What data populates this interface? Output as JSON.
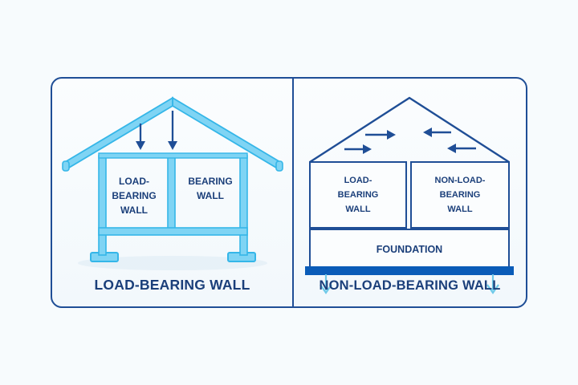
{
  "background_color": "#f7fbfd",
  "colors": {
    "frame_border": "#1f4e96",
    "caption_text": "#1b3f7a",
    "light_blue_fill": "#7fd4f4",
    "light_blue_stroke": "#35b6e8",
    "medium_blue": "#29a8e0",
    "dark_navy": "#1f4e96",
    "foundation_bar": "#0a5cb8",
    "down_arrow_light": "#6ec9e8"
  },
  "panels": [
    {
      "id": "load-bearing",
      "caption": "LOAD-BEARING WALL",
      "roof_style": "thick-light-blue-beam",
      "arrows": {
        "direction": "down",
        "count": 2,
        "color": "#1f4e96",
        "meaning": "vertical load transferred down through wall"
      },
      "walls": [
        {
          "label_lines": [
            "LOAD-",
            "BEARING",
            "WALL"
          ]
        },
        {
          "label_lines": [
            "BEARING",
            "WALL"
          ]
        }
      ],
      "has_footings": true,
      "footing_count": 2,
      "has_foundation_bar": false
    },
    {
      "id": "non-load-bearing",
      "caption": "NON-LOAD-BEARING WALL",
      "roof_style": "thin-dark-blue-line",
      "arrows": {
        "direction": "horizontal",
        "count": 4,
        "color": "#1f4e96",
        "right_pointing": 2,
        "left_pointing": 2,
        "meaning": "load redirected sideways away from non-load-bearing wall"
      },
      "walls": [
        {
          "label_lines": [
            "LOAD-",
            "BEARING",
            "WALL"
          ]
        },
        {
          "label_lines": [
            "NON-LOAD-",
            "BEARING",
            "WALL"
          ]
        }
      ],
      "foundation_label": "FOUNDATION",
      "has_footings": false,
      "has_foundation_bar": true,
      "down_arrows": {
        "count": 2,
        "color": "#6ec9e8",
        "meaning": "load carried down into foundation"
      }
    }
  ]
}
